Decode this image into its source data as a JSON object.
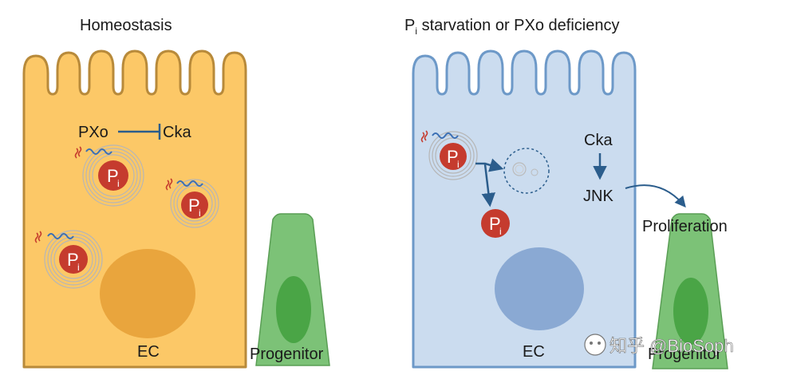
{
  "panels": {
    "left": {
      "title": "Homeostasis",
      "pxo_label": "PXo",
      "cka_label": "Cka",
      "pi_main": "P",
      "pi_sub": "i",
      "ec_label": "EC",
      "progenitor_label": "Progenitor"
    },
    "right": {
      "title_main": "P",
      "title_sub": "i",
      "title_rest": " starvation or PXo deficiency",
      "pi_main": "P",
      "pi_sub": "i",
      "cka_label": "Cka",
      "jnk_label": "JNK",
      "proliferation_label": "Proliferation",
      "ec_label": "EC",
      "progenitor_label": "Progenitor"
    }
  },
  "watermark": "知乎 @BioSoph",
  "colors": {
    "homeostasis_cell": "#fcc867",
    "homeostasis_border": "#b88a3a",
    "nucleus_orange": "#e9a53d",
    "starvation_cell": "#cbdcef",
    "starvation_border": "#6d99c8",
    "nucleus_blue": "#8aa9d3",
    "progenitor": "#7cc277",
    "progenitor_nucleus": "#4aa546",
    "pi_red": "#c53b2e",
    "arrow_blue": "#2b5d8c"
  }
}
